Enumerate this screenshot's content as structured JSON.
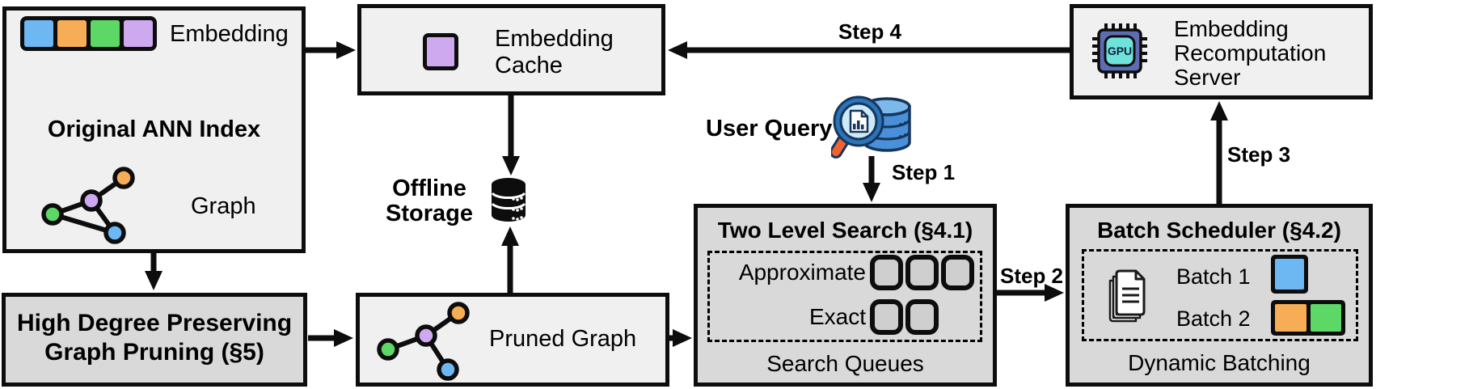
{
  "colors": {
    "blue": "#6db7f2",
    "orange": "#f7ad55",
    "green": "#5dd766",
    "purple": "#cfa9f0",
    "box-light": "#f0f0f0",
    "box-gray": "#d9d9d9",
    "queue-fill": "#cfcfcf",
    "gpu-body": "#5d6cb3",
    "gpu-core": "#6fe3da",
    "rim-blue": "#2c74b8",
    "navy": "#16365c",
    "lens-blue": "#cdeaf7",
    "handle-orange": "#f2622f",
    "db-blue": "#4a90d9"
  },
  "original_index": {
    "embedding_label": "Embedding",
    "title": "Original ANN Index",
    "graph_label": "Graph"
  },
  "pruning": {
    "line1": "High Degree Preserving",
    "line2": "Graph Pruning (§5)"
  },
  "cache": {
    "line1": "Embedding",
    "line2": "Cache"
  },
  "storage": {
    "line1": "Offline",
    "line2": "Storage"
  },
  "pruned_graph": {
    "label": "Pruned Graph"
  },
  "user_query": {
    "label": "User Query"
  },
  "steps": {
    "s1": "Step 1",
    "s2": "Step 2",
    "s3": "Step 3",
    "s4": "Step 4"
  },
  "two_level_search": {
    "title": "Two Level Search (§4.1)",
    "approximate_label": "Approximate",
    "exact_label": "Exact",
    "caption": "Search Queues",
    "approximate_queue_count": 3,
    "exact_queue_count": 2
  },
  "batch_scheduler": {
    "title": "Batch Scheduler (§4.2)",
    "batch1_label": "Batch 1",
    "batch2_label": "Batch 2",
    "caption": "Dynamic Batching"
  },
  "server": {
    "line1": "Embedding",
    "line2": "Recomputation",
    "line3": "Server",
    "gpu_label": "GPU"
  }
}
